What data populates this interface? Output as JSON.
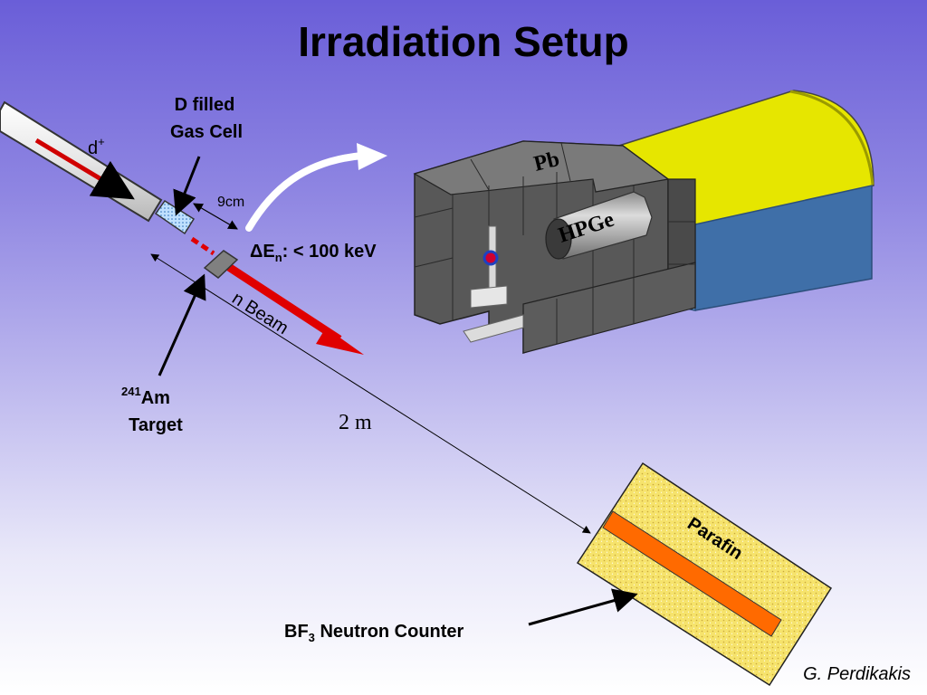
{
  "title": "Irradiation Setup",
  "labels": {
    "gas_cell_line1": "D filled",
    "gas_cell_line2": "Gas Cell",
    "deuteron": "d",
    "deuteron_sup": "+",
    "distance_cell": "9cm",
    "energy_delta": "ΔE",
    "energy_sub": "n",
    "energy_value": ": < 100 keV",
    "n_beam": "n Beam",
    "target_sup": "241",
    "target_line1": "Am",
    "target_line2": "Target",
    "distance_far": "2 m",
    "lead": "Pb",
    "detector": "HPGe",
    "parafin": "Parafin",
    "counter_name": "BF",
    "counter_sub": "3",
    "counter_rest": " Neutron Counter",
    "author": "G. Perdikakis"
  },
  "colors": {
    "beam": "#e00000",
    "lead": "#5a5a5a",
    "shield_yellow": "#e8e800",
    "shield_blue": "#3f6fa8",
    "parafin_fill": "#f5e066",
    "parafin_band": "#ff6a00"
  }
}
